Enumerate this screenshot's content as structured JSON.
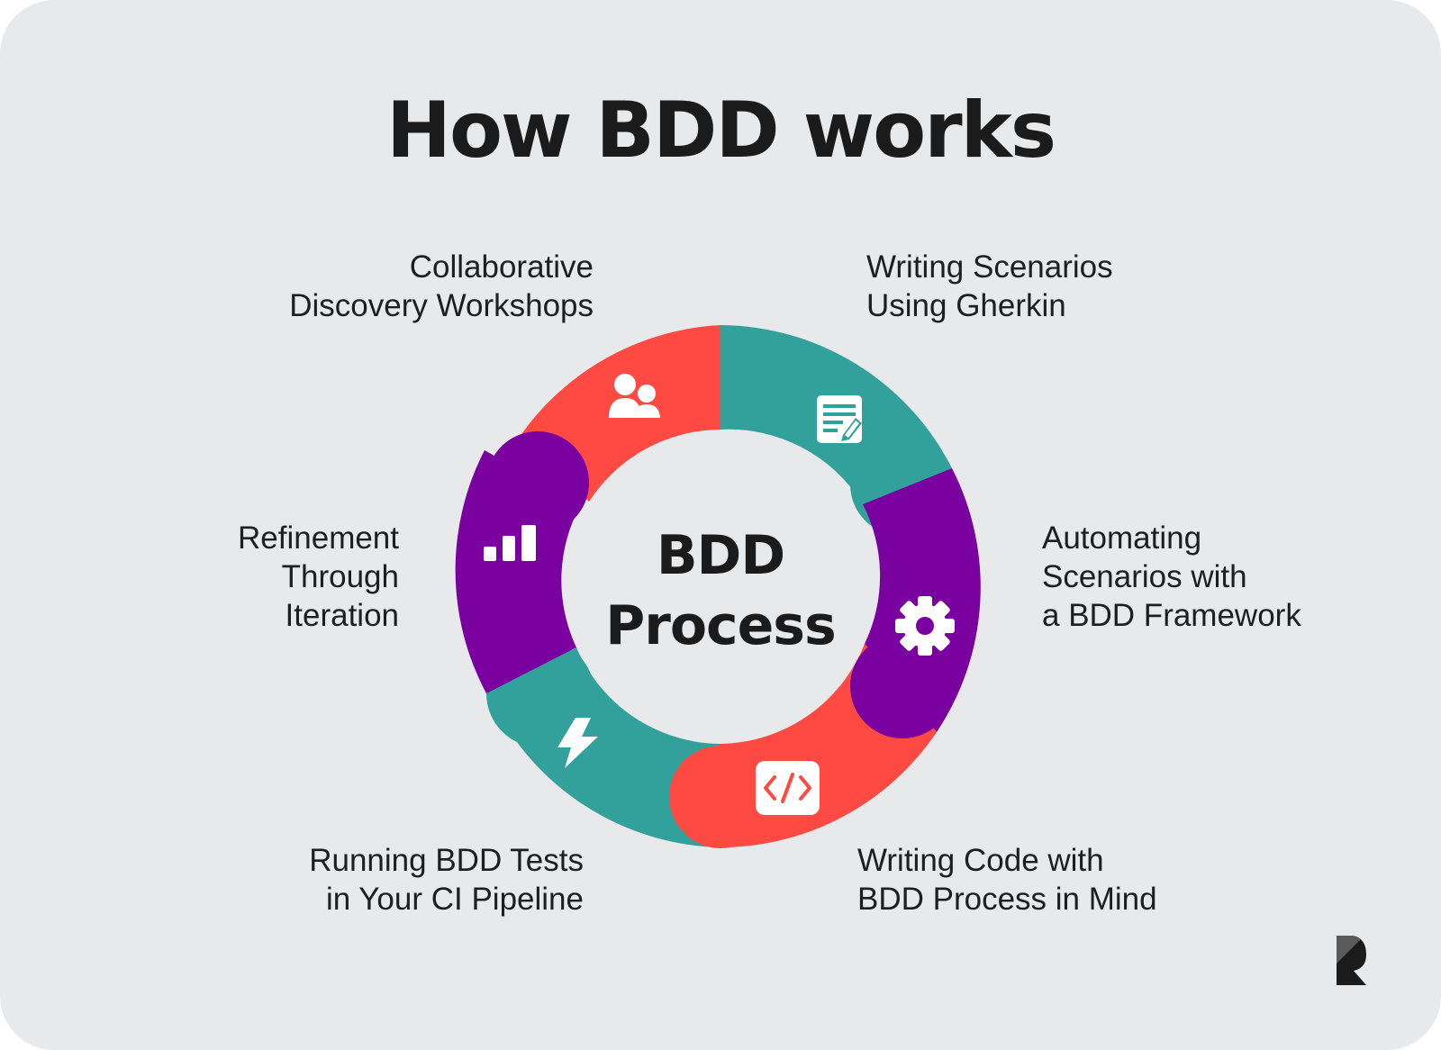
{
  "title": "How BDD works",
  "center": {
    "line1": "BDD",
    "line2": "Process"
  },
  "steps": [
    {
      "lines": [
        "Collaborative",
        "Discovery Workshops"
      ],
      "icon": "people-icon"
    },
    {
      "lines": [
        "Writing Scenarios",
        "Using Gherkin"
      ],
      "icon": "document-edit-icon"
    },
    {
      "lines": [
        "Automating",
        "Scenarios with",
        "a BDD Framework"
      ],
      "icon": "gear-icon"
    },
    {
      "lines": [
        "Writing Code with",
        "BDD Process in Mind"
      ],
      "icon": "code-icon"
    },
    {
      "lines": [
        "Running BDD Tests",
        "in Your CI Pipeline"
      ],
      "icon": "lightning-icon"
    },
    {
      "lines": [
        "Refinement",
        "Through",
        "Iteration"
      ],
      "icon": "bar-chart-icon"
    }
  ],
  "colors": {
    "background": "#e8e9eb",
    "red": "#fe4a43",
    "teal": "#32a19b",
    "purple": "#7a00a0",
    "text": "#1b1b1b"
  },
  "logo": "R"
}
